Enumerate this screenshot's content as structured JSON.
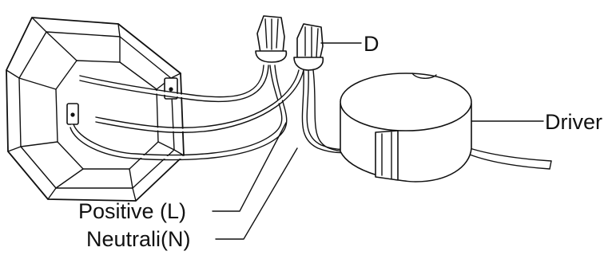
{
  "labels": {
    "connector": "D",
    "driver": "Driver",
    "positive": "Positive (L)",
    "neutral": "Neutrali(N)"
  },
  "icons": [
    "octagonal-junction-box",
    "wire-nut-connector",
    "round-led-driver"
  ]
}
